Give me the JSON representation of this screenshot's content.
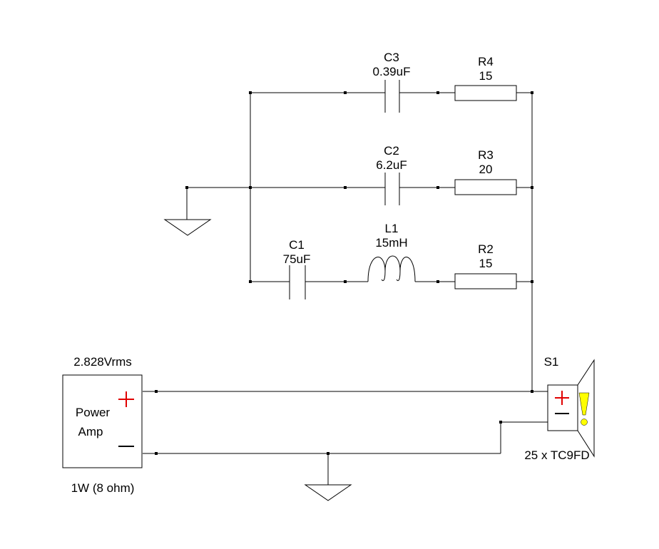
{
  "components": {
    "c3": {
      "ref": "C3",
      "value": "0.39uF"
    },
    "r4": {
      "ref": "R4",
      "value": "15"
    },
    "c2": {
      "ref": "C2",
      "value": "6.2uF"
    },
    "r3": {
      "ref": "R3",
      "value": "20"
    },
    "c1": {
      "ref": "C1",
      "value": "75uF"
    },
    "l1": {
      "ref": "L1",
      "value": "15mH"
    },
    "r2": {
      "ref": "R2",
      "value": "15"
    }
  },
  "amp": {
    "voltage": "2.828Vrms",
    "line1": "Power",
    "line2": "Amp",
    "rating": "1W (8 ohm)"
  },
  "speaker": {
    "ref": "S1",
    "model": "25 x TC9FD"
  },
  "colors": {
    "wire": "#000000",
    "polarity": "#e00000",
    "warning": "#ffff00"
  },
  "icons": {
    "ground": "ground-icon",
    "warning": "warning-exclamation-icon"
  }
}
